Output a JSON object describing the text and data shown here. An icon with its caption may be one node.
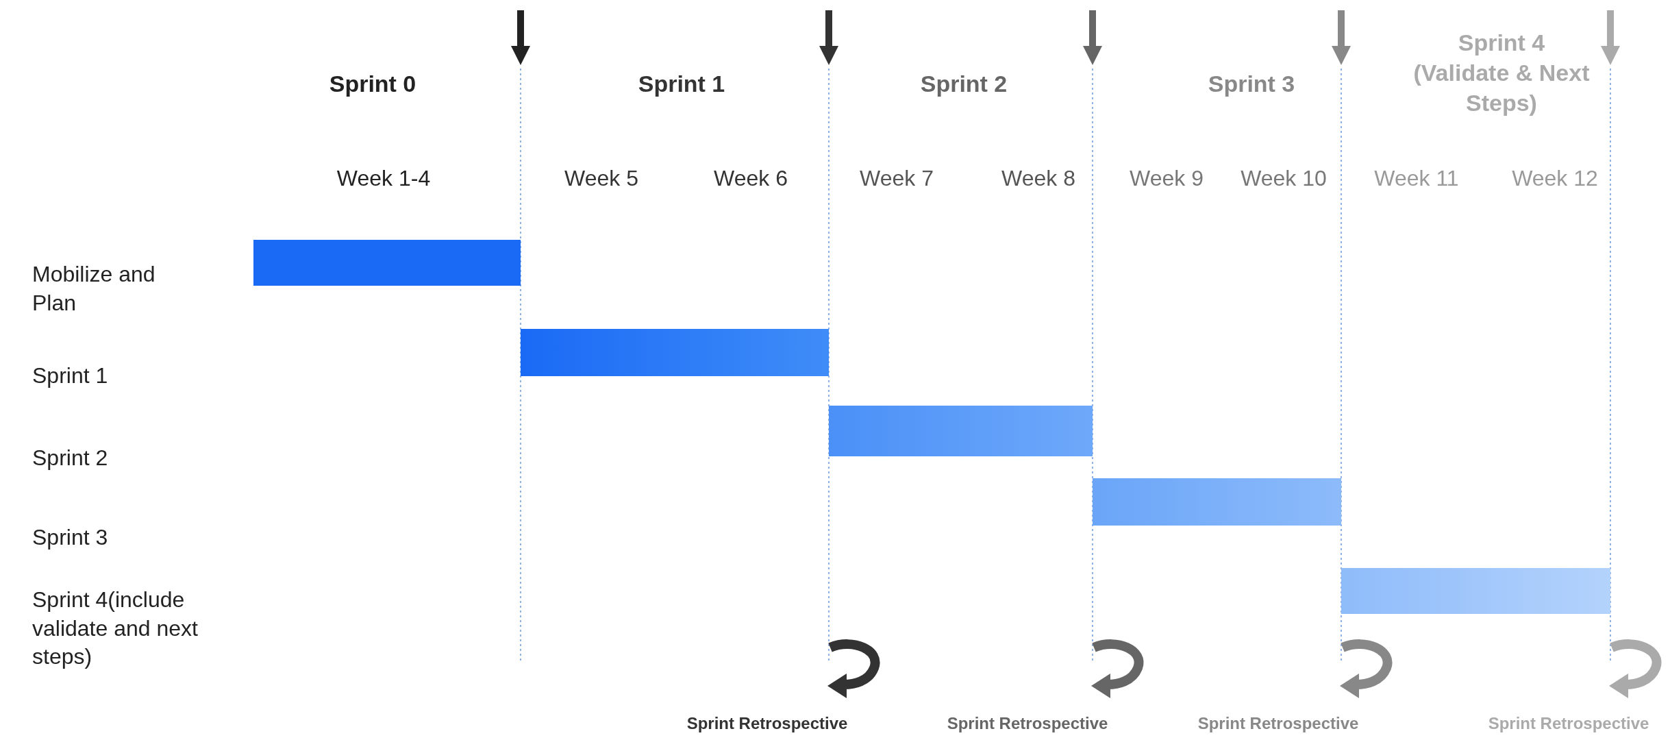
{
  "diagram": {
    "nodes": [
      {
        "text": [],
        "shape": "bar"
      },
      {
        "text": [],
        "shape": "bar"
      },
      {
        "text": [],
        "shape": "bar"
      },
      {
        "text": [],
        "shape": "bar"
      },
      {
        "text": [],
        "shape": "bar"
      }
    ],
    "labels": [
      "Sprint 0",
      "Sprint 1",
      "Sprint 2",
      "Sprint 3",
      "Sprint 4 (Validate & Next Steps)",
      "Week 1-4",
      "Week 5",
      "Week 6",
      "Week 7",
      "Week 8",
      "Week 9",
      "Week 10",
      "Week 11",
      "Week 12",
      "Mobilize and Plan",
      "Sprint 1",
      "Sprint 2",
      "Sprint 3",
      "Sprint 4(include validate and next steps)",
      "Sprint Retrospective",
      "Sprint Retrospective",
      "Sprint Retrospective",
      "Sprint Retrospective"
    ]
  }
}
